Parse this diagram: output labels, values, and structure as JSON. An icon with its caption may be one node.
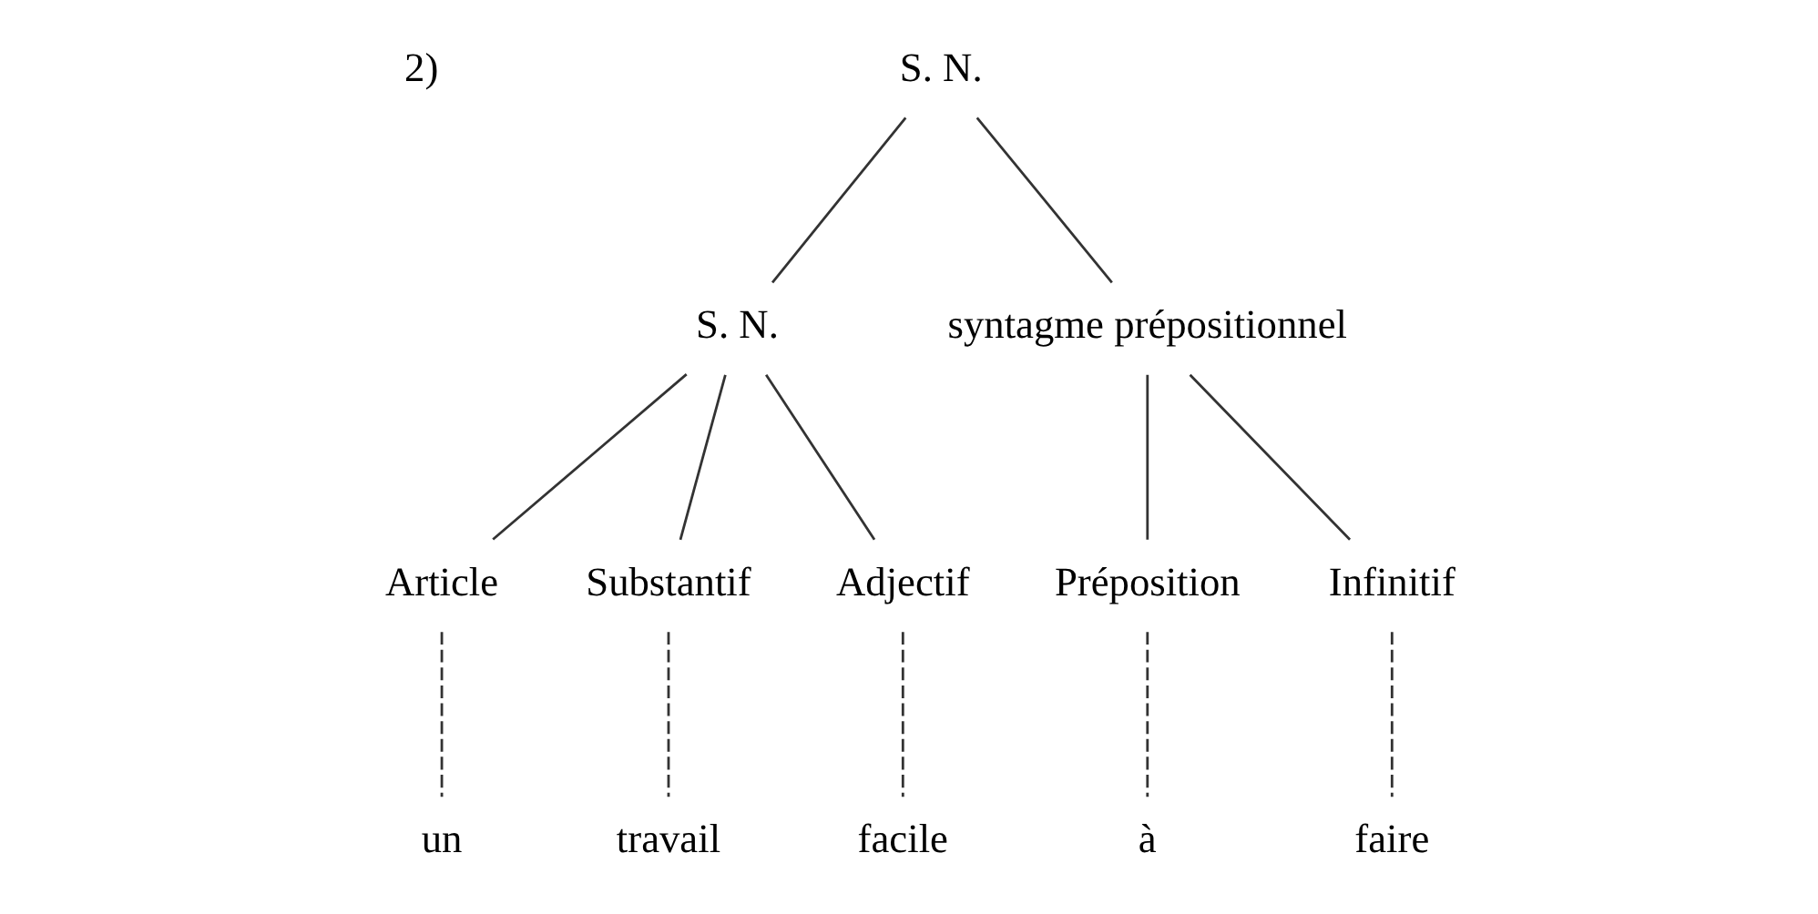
{
  "diagram": {
    "nodes": [
      {
        "text": [
          "S. N."
        ]
      },
      {
        "text": [
          "S. N."
        ]
      },
      {
        "text": [
          "syntagme prépositionnel"
        ]
      },
      {
        "text": [
          "Article"
        ]
      },
      {
        "text": [
          "Substantif"
        ]
      },
      {
        "text": [
          "Adjectif"
        ]
      },
      {
        "text": [
          "Préposition"
        ]
      },
      {
        "text": [
          "Infinitif"
        ]
      },
      {
        "text": [
          "un"
        ]
      },
      {
        "text": [
          "travail"
        ]
      },
      {
        "text": [
          "facile"
        ]
      },
      {
        "text": [
          "à"
        ]
      },
      {
        "text": [
          "faire"
        ]
      }
    ],
    "edges": [
      {
        "from": 0,
        "to": 1,
        "arrow": "none"
      },
      {
        "from": 0,
        "to": 2,
        "arrow": "none"
      },
      {
        "from": 1,
        "to": 3,
        "arrow": "none"
      },
      {
        "from": 1,
        "to": 4,
        "arrow": "none"
      },
      {
        "from": 1,
        "to": 5,
        "arrow": "none"
      },
      {
        "from": 2,
        "to": 6,
        "arrow": "none"
      },
      {
        "from": 2,
        "to": 7,
        "arrow": "none"
      },
      {
        "from": 3,
        "to": 8,
        "arrow": "none",
        "style": "dashed"
      },
      {
        "from": 4,
        "to": 9,
        "arrow": "none",
        "style": "dashed"
      },
      {
        "from": 5,
        "to": 10,
        "arrow": "none",
        "style": "dashed"
      },
      {
        "from": 6,
        "to": 11,
        "arrow": "none",
        "style": "dashed"
      },
      {
        "from": 7,
        "to": 12,
        "arrow": "none",
        "style": "dashed"
      }
    ],
    "labels": [
      "2)"
    ]
  }
}
